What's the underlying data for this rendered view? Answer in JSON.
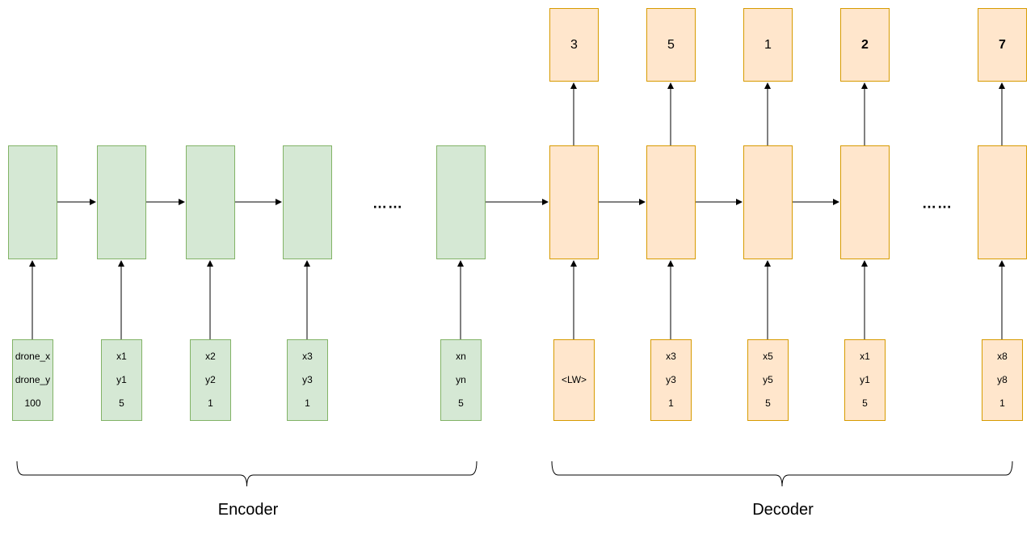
{
  "encoder": {
    "label": "Encoder",
    "ellipsis": "……",
    "inputs": [
      [
        "drone_x",
        "drone_y",
        "100"
      ],
      [
        "x1",
        "y1",
        "5"
      ],
      [
        "x2",
        "y2",
        "1"
      ],
      [
        "x3",
        "y3",
        "1"
      ],
      [
        "xn",
        "yn",
        "5"
      ]
    ]
  },
  "decoder": {
    "label": "Decoder",
    "ellipsis": "……",
    "inputs": [
      [
        "<LW>"
      ],
      [
        "x3",
        "y3",
        "1"
      ],
      [
        "x5",
        "y5",
        "5"
      ],
      [
        "x1",
        "y1",
        "5"
      ],
      [
        "x8",
        "y8",
        "1"
      ]
    ],
    "outputs": [
      "3",
      "5",
      "1",
      "2",
      "7"
    ]
  },
  "colors": {
    "encoder_fill": "#d5e8d4",
    "encoder_stroke": "#82b366",
    "decoder_fill": "#ffe6cc",
    "decoder_stroke": "#d79b00"
  }
}
